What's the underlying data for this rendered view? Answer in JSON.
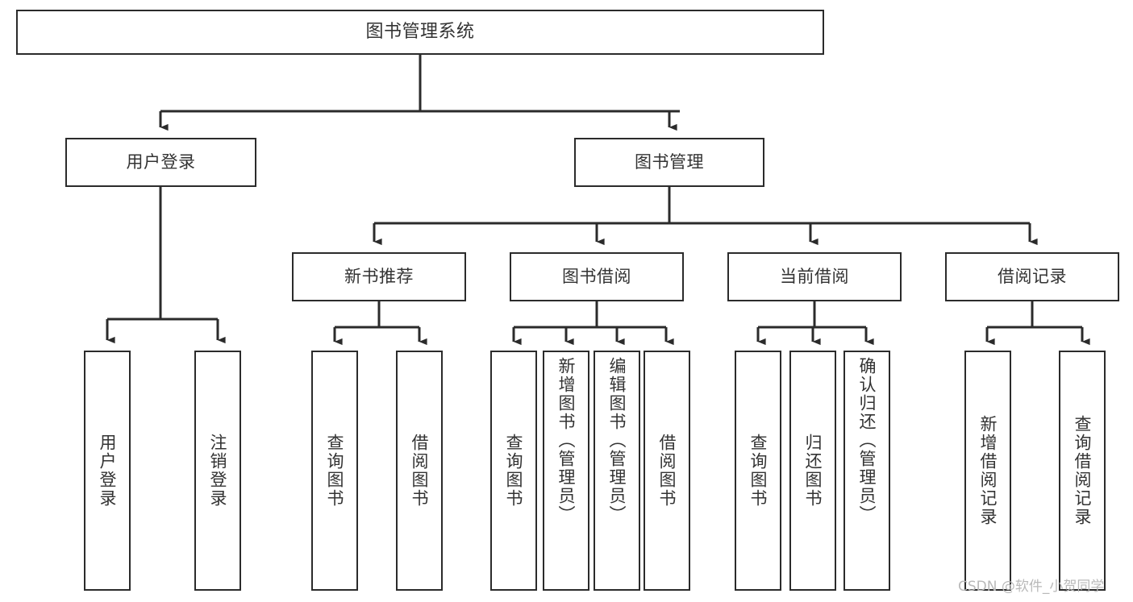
{
  "diagram": {
    "title": "图书管理系统",
    "type": "hierarchy-tree",
    "watermark": "CSDN @软件_小贺同学",
    "colors": {
      "box_border": "#2b2b2b",
      "box_fill": "#ffffff",
      "text": "#333333",
      "connector": "#2b2b2b",
      "watermark": "#b9b9b9",
      "background": "#ffffff"
    },
    "levels": {
      "root": {
        "label": "图书管理系统"
      },
      "level1": [
        {
          "id": "user-login",
          "label": "用户登录"
        },
        {
          "id": "book-management",
          "label": "图书管理"
        }
      ],
      "level2": [
        {
          "id": "new-book-recommend",
          "label": "新书推荐",
          "parent": "book-management"
        },
        {
          "id": "book-borrow",
          "label": "图书借阅",
          "parent": "book-management"
        },
        {
          "id": "current-borrow",
          "label": "当前借阅",
          "parent": "book-management"
        },
        {
          "id": "borrow-record",
          "label": "借阅记录",
          "parent": "book-management"
        }
      ],
      "leaves": [
        {
          "id": "leaf-user-login",
          "label": "用户登录",
          "parent": "user-login"
        },
        {
          "id": "leaf-logout-login",
          "label": "注销登录",
          "parent": "user-login"
        },
        {
          "id": "leaf-query-book-1",
          "label": "查询图书",
          "parent": "new-book-recommend"
        },
        {
          "id": "leaf-borrow-book-1",
          "label": "借阅图书",
          "parent": "new-book-recommend"
        },
        {
          "id": "leaf-query-book-2",
          "label": "查询图书",
          "parent": "book-borrow"
        },
        {
          "id": "leaf-add-book",
          "label": "新增图书（管理员）",
          "parent": "book-borrow"
        },
        {
          "id": "leaf-edit-book",
          "label": "编辑图书（管理员）",
          "parent": "book-borrow"
        },
        {
          "id": "leaf-borrow-book-2",
          "label": "借阅图书",
          "parent": "book-borrow"
        },
        {
          "id": "leaf-query-book-3",
          "label": "查询图书",
          "parent": "current-borrow"
        },
        {
          "id": "leaf-return-book",
          "label": "归还图书",
          "parent": "current-borrow"
        },
        {
          "id": "leaf-confirm-return",
          "label": "确认归还（管理员）",
          "parent": "current-borrow"
        },
        {
          "id": "leaf-add-record",
          "label": "新增借阅记录",
          "parent": "borrow-record"
        },
        {
          "id": "leaf-query-record",
          "label": "查询借阅记录",
          "parent": "borrow-record"
        }
      ]
    }
  }
}
